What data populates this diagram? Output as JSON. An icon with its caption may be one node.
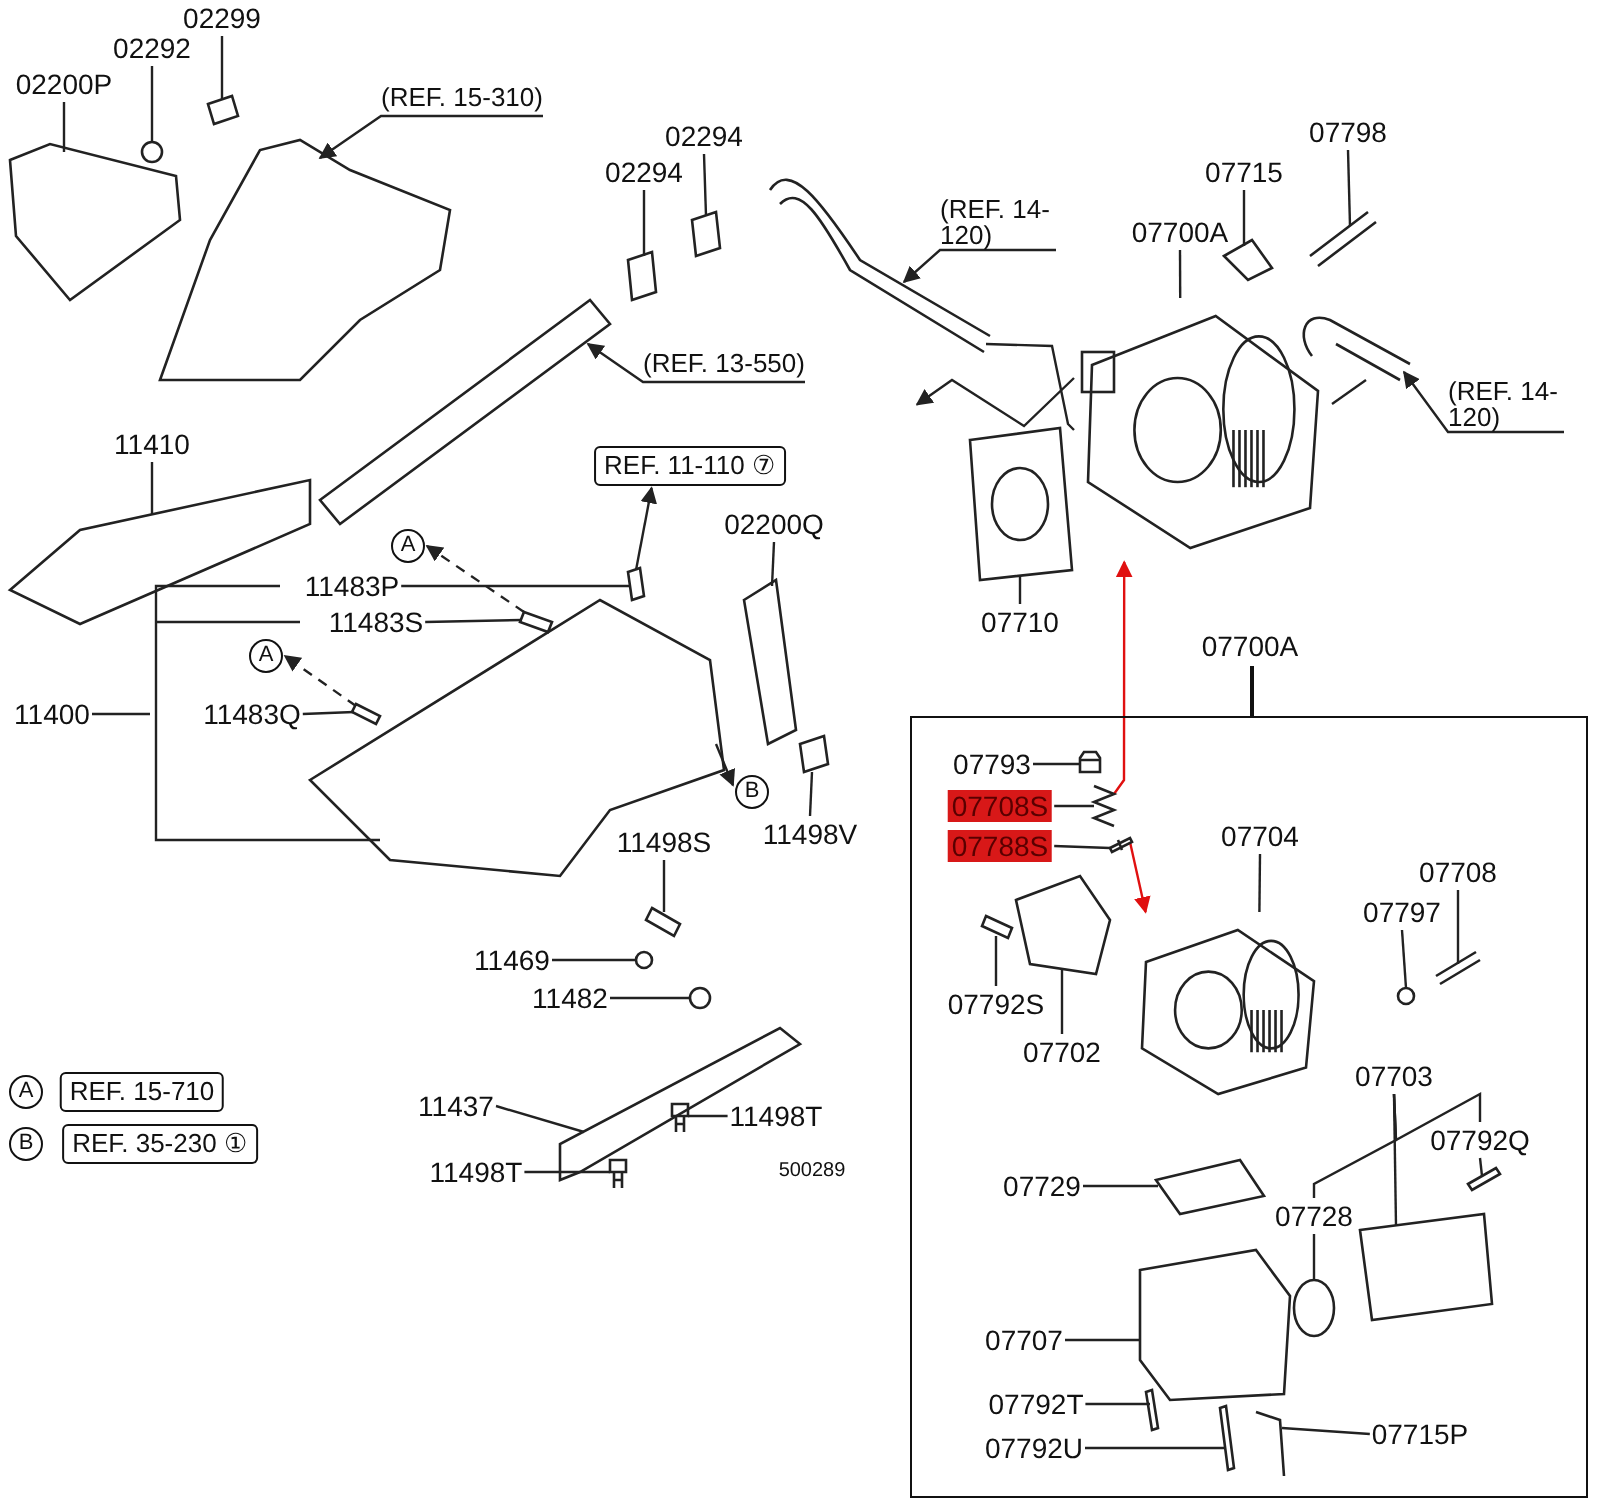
{
  "diagram": {
    "nodes": [
      {
        "text": [
          "02200P"
        ]
      },
      {
        "text": [
          "02292"
        ]
      },
      {
        "text": [
          "02299"
        ]
      },
      {
        "text": [
          "(REF. 15-310)"
        ]
      },
      {
        "text": [
          "02294"
        ]
      },
      {
        "text": [
          "02294"
        ]
      },
      {
        "text": [
          "(REF. 13-550)"
        ]
      },
      {
        "text": [
          "11410"
        ]
      },
      {
        "text": [
          "REF. 11-110 ⑦"
        ]
      },
      {
        "text": [
          "(REF. 14-120)"
        ]
      },
      {
        "text": [
          "07715"
        ]
      },
      {
        "text": [
          "07798"
        ]
      },
      {
        "text": [
          "07700A"
        ]
      },
      {
        "text": [
          "(REF. 14-120)"
        ]
      },
      {
        "text": [
          "07710"
        ]
      },
      {
        "text": [
          "02200Q"
        ]
      },
      {
        "text": [
          "11483P"
        ]
      },
      {
        "text": [
          "11483S"
        ]
      },
      {
        "text": [
          "11400"
        ]
      },
      {
        "text": [
          "11483Q"
        ]
      },
      {
        "text": [
          "A"
        ]
      },
      {
        "text": [
          "A"
        ]
      },
      {
        "text": [
          "B"
        ]
      },
      {
        "text": [
          "11498S"
        ]
      },
      {
        "text": [
          "11498V"
        ]
      },
      {
        "text": [
          "11469"
        ]
      },
      {
        "text": [
          "11482"
        ]
      },
      {
        "text": [
          "11437"
        ]
      },
      {
        "text": [
          "11498T"
        ]
      },
      {
        "text": [
          "11498T"
        ]
      },
      {
        "text": [
          "07700A"
        ]
      },
      {
        "text": [
          "07793"
        ],
        "in": 30
      },
      {
        "text": [
          "07708S"
        ],
        "in": 30
      },
      {
        "text": [
          "07788S"
        ],
        "in": 30
      },
      {
        "text": [
          "07704"
        ],
        "in": 30
      },
      {
        "text": [
          "07708"
        ],
        "in": 30
      },
      {
        "text": [
          "07797"
        ],
        "in": 30
      },
      {
        "text": [
          "07792S"
        ],
        "in": 30
      },
      {
        "text": [
          "07702"
        ],
        "in": 30
      },
      {
        "text": [
          "07703"
        ],
        "in": 30
      },
      {
        "text": [
          "07792Q"
        ],
        "in": 30
      },
      {
        "text": [
          "07729"
        ],
        "in": 30
      },
      {
        "text": [
          "07728"
        ],
        "in": 30
      },
      {
        "text": [
          "07707"
        ],
        "in": 30
      },
      {
        "text": [
          "07792T"
        ],
        "in": 30
      },
      {
        "text": [
          "07792U"
        ],
        "in": 30
      },
      {
        "text": [
          "07715P"
        ],
        "in": 30
      },
      {
        "text": [],
        "shape": "picture"
      },
      {
        "text": [],
        "shape": "picture",
        "in": 30
      },
      {
        "text": [
          "A"
        ]
      },
      {
        "text": [
          "REF. 15-710"
        ]
      },
      {
        "text": [
          "B"
        ]
      },
      {
        "text": [
          "REF. 35-230 ①"
        ]
      },
      {
        "text": [],
        "shape": "picture"
      },
      {
        "text": [],
        "shape": "picture"
      },
      {
        "text": [],
        "shape": "picture"
      },
      {
        "text": [],
        "shape": "picture"
      },
      {
        "text": [],
        "shape": "picture"
      },
      {
        "text": [],
        "shape": "picture"
      },
      {
        "text": [],
        "shape": "picture"
      },
      {
        "text": [],
        "shape": "picture"
      },
      {
        "text": [],
        "shape": "picture"
      },
      {
        "text": [],
        "shape": "picture"
      },
      {
        "text": [],
        "shape": "picture"
      },
      {
        "text": [],
        "shape": "picture"
      },
      {
        "text": [],
        "shape": "picture"
      },
      {
        "text": [],
        "shape": "picture"
      },
      {
        "text": [],
        "shape": "picture"
      },
      {
        "text": [],
        "shape": "picture"
      },
      {
        "text": [],
        "shape": "picture"
      },
      {
        "text": [],
        "shape": "picture"
      },
      {
        "text": [],
        "shape": "picture"
      },
      {
        "text": [],
        "shape": "picture"
      },
      {
        "text": [],
        "shape": "picture"
      },
      {
        "text": [],
        "shape": "picture"
      },
      {
        "text": [],
        "shape": "picture"
      },
      {
        "text": [],
        "shape": "picture"
      },
      {
        "text": [],
        "shape": "picture"
      },
      {
        "text": [],
        "shape": "picture",
        "in": 30
      },
      {
        "text": [],
        "shape": "picture",
        "in": 30
      },
      {
        "text": [],
        "shape": "picture",
        "in": 30
      },
      {
        "text": [],
        "shape": "picture",
        "in": 30
      },
      {
        "text": [],
        "shape": "picture",
        "in": 30
      },
      {
        "text": [],
        "shape": "picture",
        "in": 30
      },
      {
        "text": [],
        "shape": "picture",
        "in": 30
      },
      {
        "text": [],
        "shape": "picture",
        "in": 30
      },
      {
        "text": [],
        "shape": "picture",
        "in": 30
      },
      {
        "text": [],
        "shape": "picture",
        "in": 30
      },
      {
        "text": [],
        "shape": "picture",
        "in": 30
      },
      {
        "text": [],
        "shape": "picture",
        "in": 30
      },
      {
        "text": [],
        "shape": "picture",
        "in": 30
      },
      {
        "text": [],
        "shape": "picture",
        "in": 30
      },
      {
        "text": [],
        "shape": "picture",
        "in": 30
      }
    ],
    "edges": [
      {
        "from": 0,
        "to": 53,
        "arrow": "none"
      },
      {
        "from": 1,
        "to": 54,
        "arrow": "none"
      },
      {
        "from": 2,
        "to": 55,
        "arrow": "none"
      },
      {
        "from": 3,
        "to": 56,
        "arrow": "to"
      },
      {
        "from": 4,
        "to": 57,
        "arrow": "none"
      },
      {
        "from": 5,
        "to": 58,
        "arrow": "none"
      },
      {
        "from": 6,
        "to": 59,
        "arrow": "to"
      },
      {
        "from": 7,
        "to": 60,
        "arrow": "none"
      },
      {
        "from": 68,
        "to": 8,
        "arrow": "to"
      },
      {
        "from": 9,
        "to": 61,
        "arrow": "to"
      },
      {
        "from": 10,
        "to": 62,
        "arrow": "none"
      },
      {
        "from": 11,
        "to": 63,
        "arrow": "none"
      },
      {
        "from": 12,
        "to": 47,
        "arrow": "none"
      },
      {
        "from": 13,
        "to": 64,
        "arrow": "to"
      },
      {
        "from": 14,
        "to": 65,
        "arrow": "none"
      },
      {
        "from": 15,
        "to": 66,
        "arrow": "none"
      },
      {
        "from": 16,
        "to": 68,
        "arrow": "none"
      },
      {
        "from": 17,
        "to": 69,
        "arrow": "none"
      },
      {
        "from": 18,
        "to": null,
        "arrow": "none"
      },
      {
        "from": 19,
        "to": 70,
        "arrow": "none"
      },
      {
        "from": 69,
        "to": 20,
        "arrow": "to",
        "style": "dashed"
      },
      {
        "from": 70,
        "to": 21,
        "arrow": "to",
        "style": "dashed"
      },
      {
        "from": 67,
        "to": 22,
        "arrow": "to"
      },
      {
        "from": 23,
        "to": 71,
        "arrow": "none"
      },
      {
        "from": 24,
        "to": 72,
        "arrow": "none"
      },
      {
        "from": 25,
        "to": 73,
        "arrow": "none"
      },
      {
        "from": 26,
        "to": 74,
        "arrow": "none"
      },
      {
        "from": 27,
        "to": 75,
        "arrow": "none"
      },
      {
        "from": 28,
        "to": 76,
        "arrow": "none"
      },
      {
        "from": 29,
        "to": 77,
        "arrow": "none"
      },
      {
        "from": 31,
        "to": 78,
        "arrow": "none"
      },
      {
        "from": 32,
        "to": 79,
        "arrow": "none"
      },
      {
        "from": 33,
        "to": 80,
        "arrow": "none"
      },
      {
        "from": 34,
        "to": 48,
        "arrow": "none"
      },
      {
        "from": 35,
        "to": 84,
        "arrow": "none"
      },
      {
        "from": 36,
        "to": 83,
        "arrow": "none"
      },
      {
        "from": 37,
        "to": 82,
        "arrow": "none"
      },
      {
        "from": 38,
        "to": 81,
        "arrow": "none"
      },
      {
        "from": 39,
        "to": 87,
        "arrow": "none"
      },
      {
        "from": 40,
        "to": 88,
        "arrow": "none"
      },
      {
        "from": 41,
        "to": 85,
        "arrow": "none"
      },
      {
        "from": 42,
        "to": 86,
        "arrow": "none"
      },
      {
        "from": 43,
        "to": 89,
        "arrow": "none"
      },
      {
        "from": 44,
        "to": 90,
        "arrow": "none"
      },
      {
        "from": 45,
        "to": 91,
        "arrow": "none"
      },
      {
        "from": 46,
        "to": 92,
        "arrow": "none"
      },
      {
        "from": 79,
        "to": 47,
        "arrow": "to",
        "color": "#e01010"
      },
      {
        "from": 80,
        "to": 48,
        "arrow": "to",
        "color": "#e01010"
      },
      {
        "from": 47,
        "to": null,
        "arrow": "to"
      },
      {
        "from": 61,
        "to": 47,
        "arrow": "none"
      },
      {
        "from": 64,
        "to": 47,
        "arrow": "none"
      },
      {
        "from": 39,
        "to": 42,
        "arrow": "none"
      },
      {
        "from": 39,
        "to": 40,
        "arrow": "none"
      }
    ],
    "labels": [
      "500289"
    ]
  }
}
